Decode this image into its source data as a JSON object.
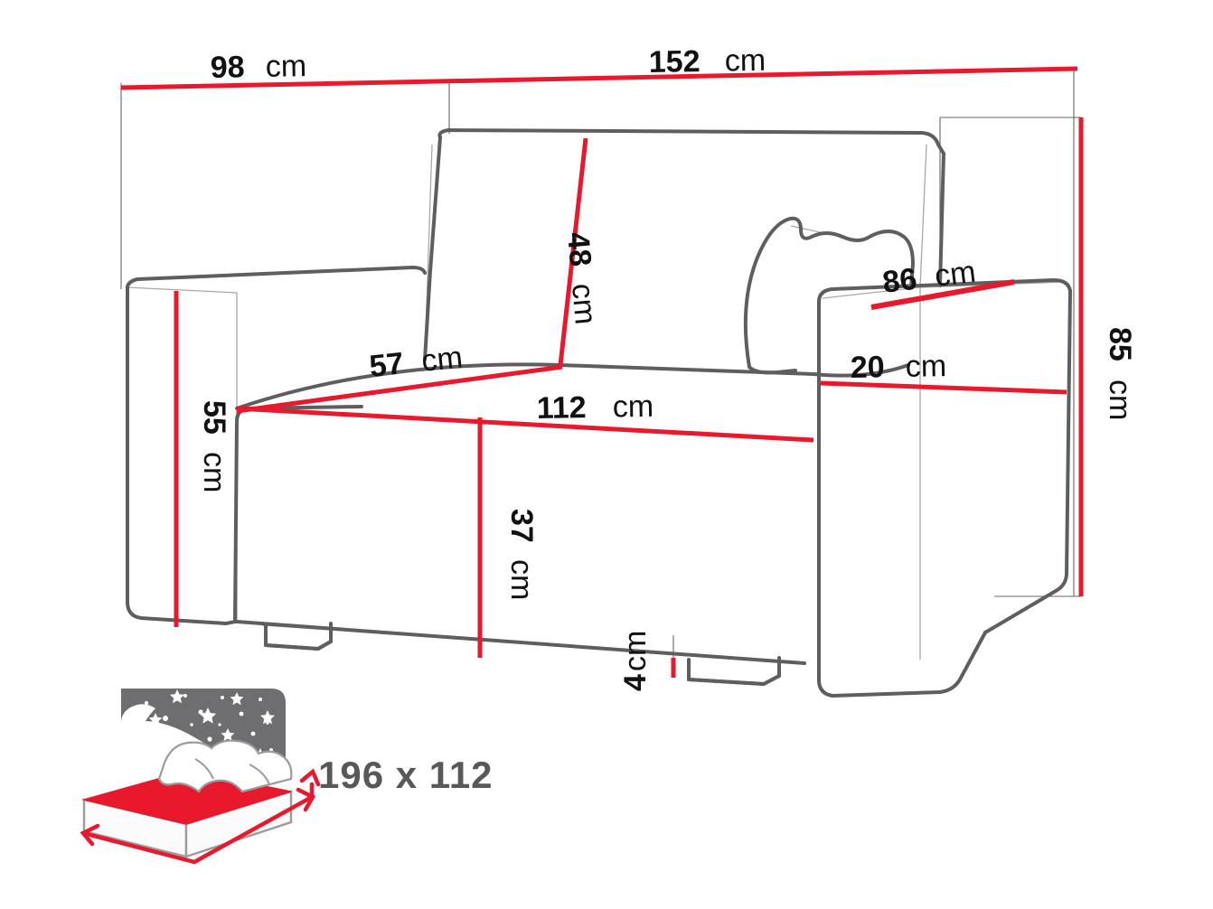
{
  "drawing": {
    "title": "Sofa bed technical dimension drawing",
    "colors": {
      "dimension_line": "#e8192c",
      "outline_dark": "#5a5a5a",
      "outline_light": "#9b9b9b",
      "label_text": "#111111",
      "bed_label_text": "#58585a",
      "bed_sky": "#6e6e70",
      "bed_mattress": "#e8192c",
      "background": "#ffffff"
    },
    "units": "cm"
  },
  "dimensions": {
    "overall_width": {
      "value": "152",
      "unit": "cm",
      "name": "overall-width"
    },
    "armrest_to_back_width": {
      "value": "98",
      "unit": "cm",
      "name": "left-section-width"
    },
    "overall_height": {
      "value": "85",
      "unit": "cm",
      "name": "overall-height"
    },
    "backrest_height": {
      "value": "48",
      "unit": "cm",
      "name": "backrest-height"
    },
    "seat_depth": {
      "value": "57",
      "unit": "cm",
      "name": "seat-depth"
    },
    "seat_width": {
      "value": "112",
      "unit": "cm",
      "name": "seat-width"
    },
    "seat_height": {
      "value": "37",
      "unit": "cm",
      "name": "seat-height"
    },
    "side_depth": {
      "value": "55",
      "unit": "cm",
      "name": "side-depth"
    },
    "armrest_depth": {
      "value": "86",
      "unit": "cm",
      "name": "armrest-depth"
    },
    "armrest_width": {
      "value": "20",
      "unit": "cm",
      "name": "armrest-width"
    },
    "leg_height": {
      "value": "4",
      "unit": "cm",
      "name": "leg-height"
    }
  },
  "bed_icon": {
    "sleeping_area_label": "196 x 112",
    "description": "sleeping-area-icon"
  }
}
